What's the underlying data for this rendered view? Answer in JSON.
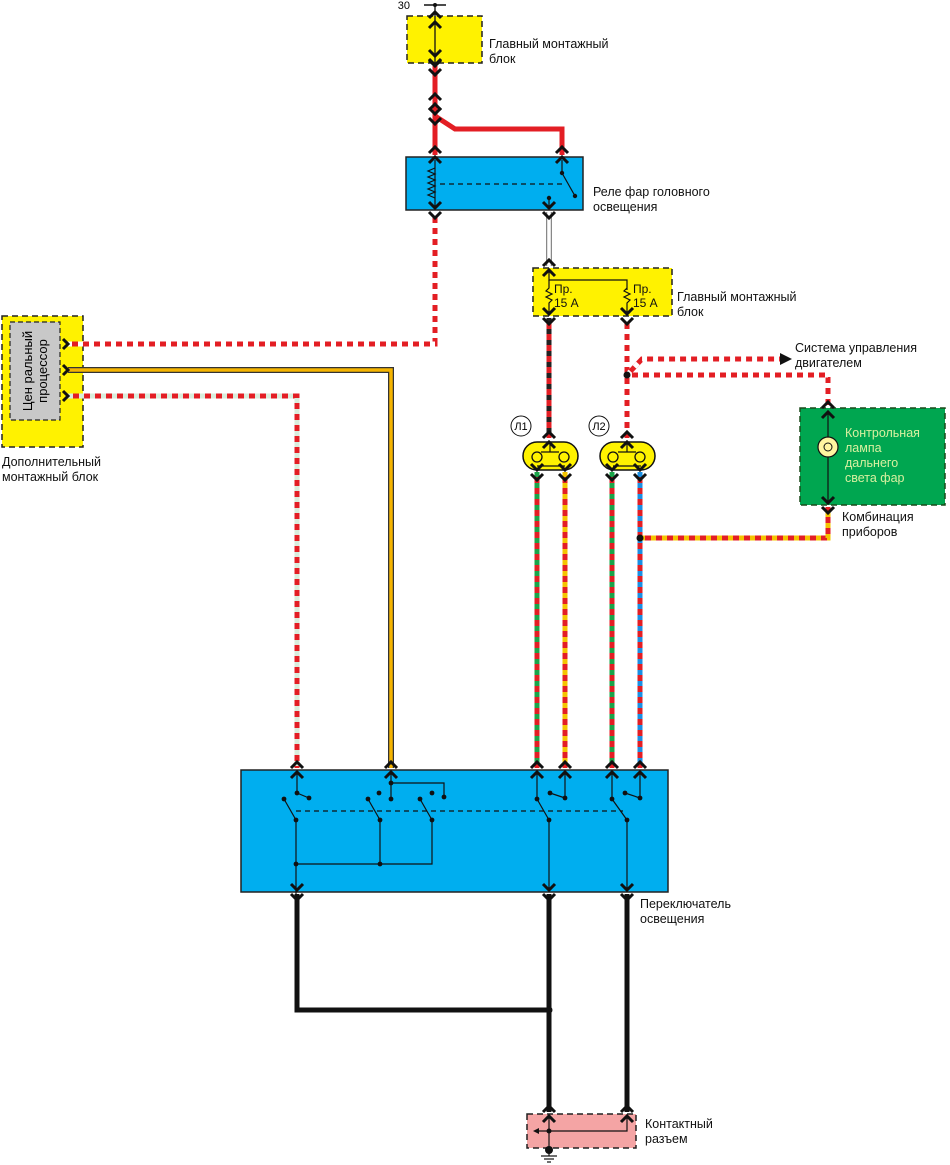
{
  "terminal_30": "30",
  "main_block_top": {
    "line1": "Главный монтажный",
    "line2": "блок"
  },
  "relay": {
    "line1": "Реле фар головного",
    "line2": "освещения"
  },
  "fuse_block": {
    "line1": "Главный монтажный",
    "line2": "блок",
    "fuse1": {
      "line1": "Пр.",
      "line2": "15 А"
    },
    "fuse2": {
      "line1": "Пр.",
      "line2": "15 А"
    }
  },
  "engine_system": {
    "line1": "Система управления",
    "line2": "двигателем"
  },
  "headlamps": {
    "left": "Л1",
    "right": "Л2"
  },
  "indicator": {
    "line1": "Контрольная",
    "line2": "лампа",
    "line3": "дальнего",
    "line4": "света фар"
  },
  "cluster": {
    "line1": "Комбинация",
    "line2": "приборов"
  },
  "aux_block": {
    "line1": "Дополнительный",
    "line2": "монтажный блок",
    "cpu_line1": "Цен ральный",
    "cpu_line2": "процессор"
  },
  "light_switch": {
    "line1": "Переключатель",
    "line2": "освещения"
  },
  "contact_connector": {
    "line1": "Контактный",
    "line2": "разъем"
  },
  "colors": {
    "relay_block": "#00aeef",
    "mount_block": "#fff200",
    "indicator_block": "#00a650",
    "connector_block": "#f4a4a4",
    "cpu_block": "#c8c8c8"
  }
}
